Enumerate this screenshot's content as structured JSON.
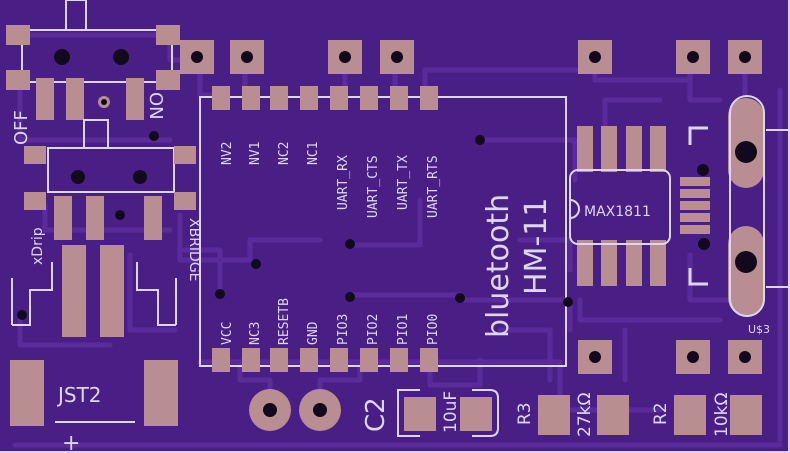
{
  "colors": {
    "board": "#4a1f85",
    "trace": "#5a2b9a",
    "pad": "#b88e92",
    "silkscreen": "#ded6ee",
    "drill": "#120a1c"
  },
  "labels": {
    "off": "OFF",
    "on": "ON",
    "xdrip": "xDrip",
    "xbridge": "XBRIDGE",
    "jst2": "JST2",
    "plus": "+",
    "module_line1": "bluetooth",
    "module_line2": "HM-11",
    "chip": "MAX1811",
    "usb_ref": "U$3",
    "c2": "C2",
    "c2_value": "10uF",
    "r3": "R3",
    "r3_value": "27kΩ",
    "r2": "R2",
    "r2_value": "10kΩ"
  },
  "module_pins": {
    "top": [
      "NV2",
      "NV1",
      "NC2",
      "NC1",
      "UART_RX",
      "UART_CTS",
      "UART_TX",
      "UART_RTS"
    ],
    "bottom": [
      "VCC",
      "NC3",
      "RESETB",
      "GND",
      "PIO3",
      "PIO2",
      "PIO1",
      "PIO0"
    ]
  }
}
